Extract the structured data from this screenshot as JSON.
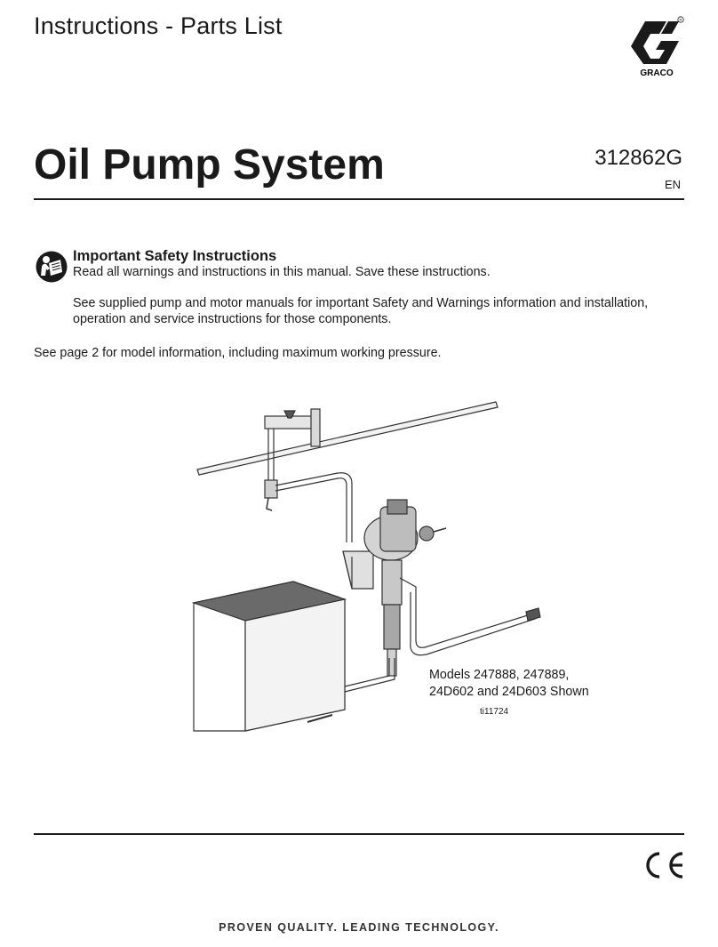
{
  "header": {
    "title": "Instructions - Parts List",
    "brand": "GRACO"
  },
  "document": {
    "title": "Oil Pump System",
    "number": "312862G",
    "language": "EN"
  },
  "safety": {
    "heading": "Important Safety Instructions",
    "paragraph1": "Read all warnings and instructions in this manual. Save these instructions.",
    "paragraph2": "See supplied pump and motor manuals for important Safety and Warnings information and installation, operation and service instructions for those components."
  },
  "model_note": "See page 2 for model information, including maximum working pressure.",
  "figure": {
    "caption_line1": "Models 247888, 247889,",
    "caption_line2": "24D602 and 24D603 Shown",
    "figure_id": "ti11724"
  },
  "footer": {
    "tagline": "PROVEN QUALITY. LEADING TECHNOLOGY."
  },
  "icons": [
    "graco-logo-icon",
    "read-manual-icon",
    "ce-mark-icon"
  ]
}
